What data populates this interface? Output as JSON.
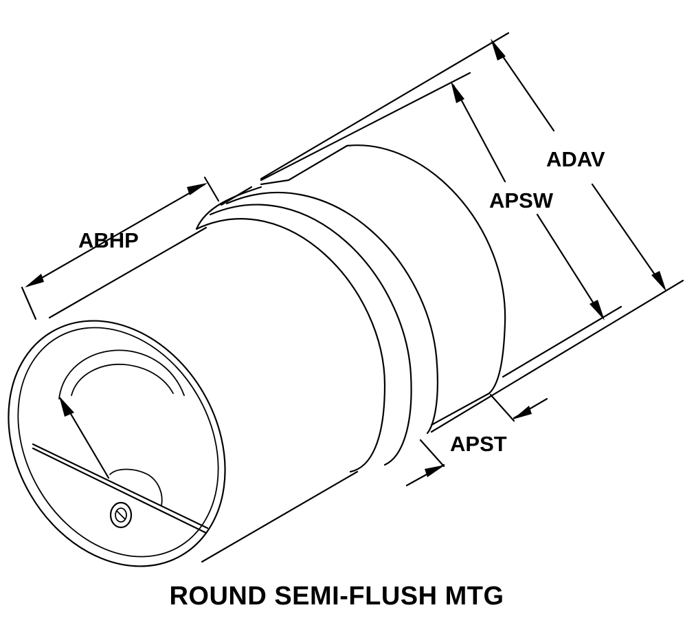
{
  "labels": {
    "abhp": "ABHP",
    "apsw": "APSW",
    "adav": "ADAV",
    "apst": "APST"
  },
  "caption": "ROUND SEMI-FLUSH MTG"
}
